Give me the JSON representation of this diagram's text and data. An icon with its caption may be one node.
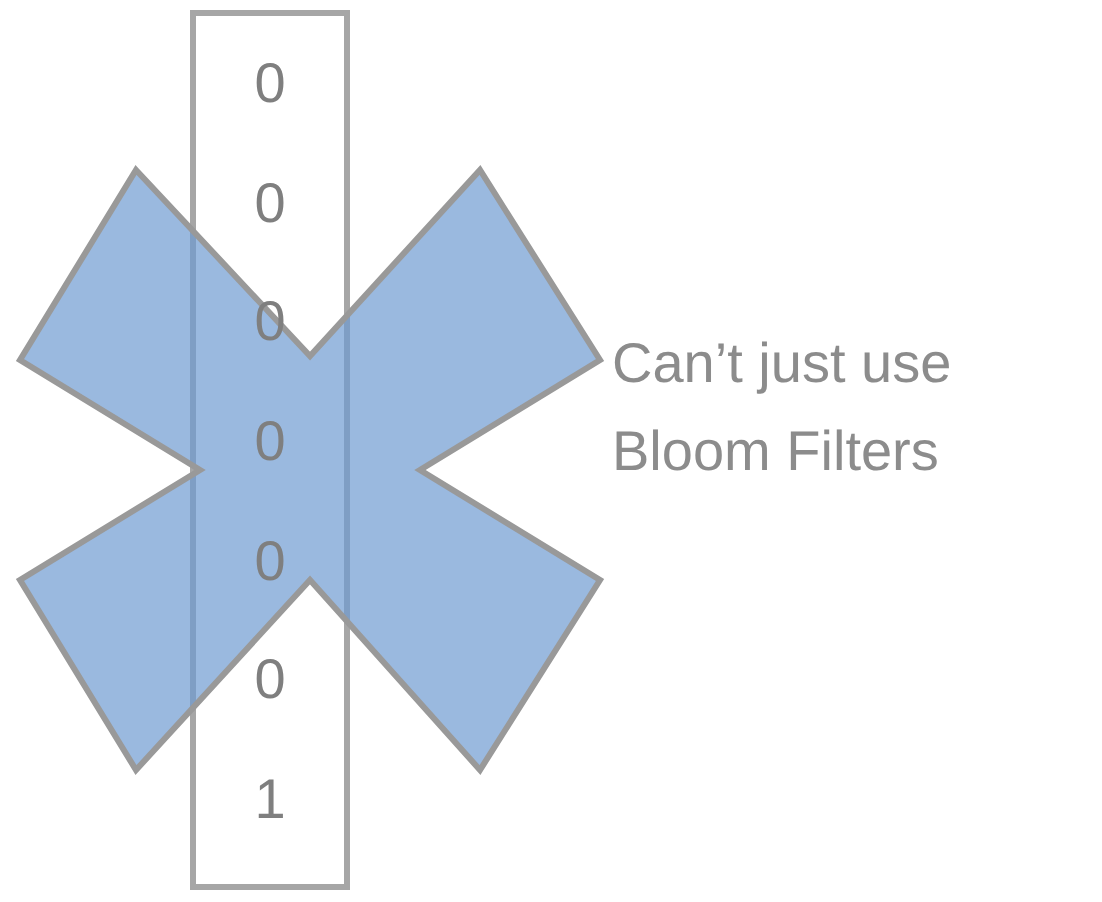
{
  "diagram": {
    "nodes": [
      {
        "text": [
          "0",
          "0",
          "0",
          "0",
          "0",
          "0",
          "1"
        ]
      }
    ],
    "edges": [],
    "labels": [
      "Can’t just use Bloom Filters"
    ]
  }
}
